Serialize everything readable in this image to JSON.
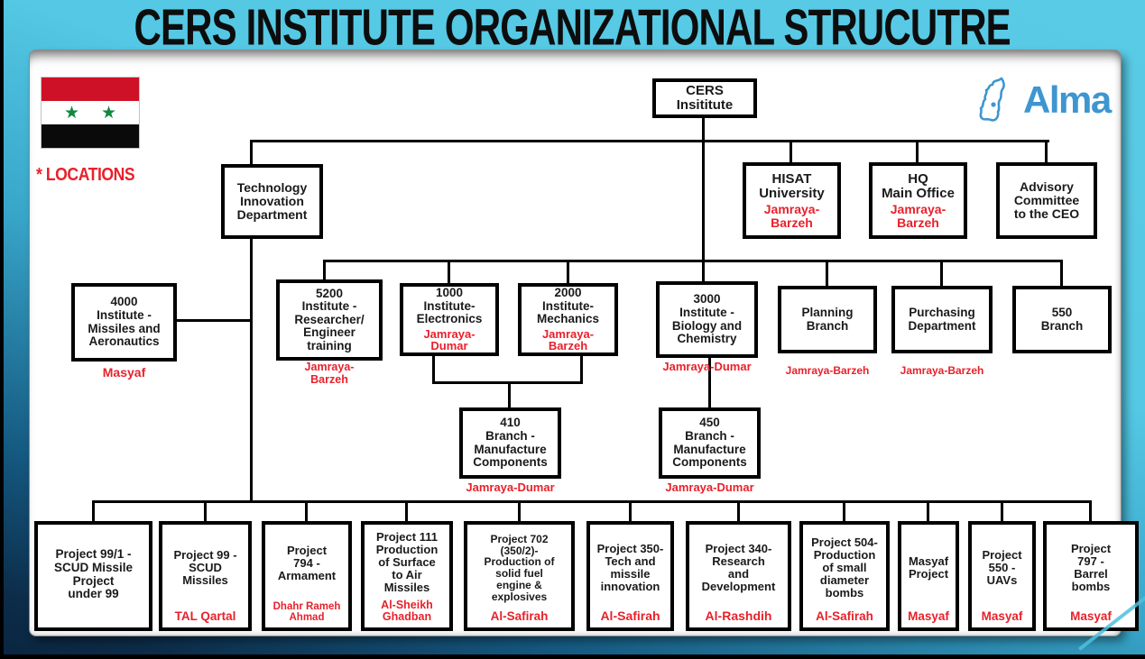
{
  "title": "CERS INSTITUTE ORGANIZATIONAL STRUCUTRE",
  "legend": {
    "locations_label": "* LOCATIONS",
    "flag": "syria-flag"
  },
  "logo": {
    "text": "Alma"
  },
  "colors": {
    "background_cyan": "#54c8e4",
    "background_navy": "#0c2c49",
    "location_red": "#e8212b",
    "alma_blue": "#3d96d0",
    "flag_red": "#ce1126",
    "flag_green": "#13883f",
    "box_border": "#000000"
  },
  "nodes": {
    "cers": {
      "title": "CERS\nInsititute"
    },
    "tech": {
      "title": "Technology\nInnovation\nDepartment"
    },
    "hisat": {
      "title": "HISAT\nUniversity",
      "location": "Jamraya-\nBarzeh"
    },
    "hq": {
      "title": "HQ\nMain Office",
      "location": "Jamraya-\nBarzeh"
    },
    "advisory": {
      "title": "Advisory\nCommittee\nto the CEO"
    },
    "i4000": {
      "title": "4000\nInstitute -\nMissiles and\nAeronautics",
      "location": "Masyaf"
    },
    "i5200": {
      "title": "5200\nInstitute -\nResearcher/\nEngineer\ntraining",
      "location": "Jamraya-\nBarzeh"
    },
    "i1000": {
      "title": "1000\nInstitute-\nElectronics",
      "location": "Jamraya-\nDumar"
    },
    "i2000": {
      "title": "2000\nInstitute-\nMechanics",
      "location": "Jamraya-\nBarzeh"
    },
    "i3000": {
      "title": "3000\nInstitute -\nBiology and\nChemistry",
      "location": "Jamraya-Dumar"
    },
    "planning": {
      "title": "Planning\nBranch",
      "location": "Jamraya-Barzeh"
    },
    "purchasing": {
      "title": "Purchasing\nDepartment",
      "location": "Jamraya-Barzeh"
    },
    "b550": {
      "title": "550\nBranch"
    },
    "b410": {
      "title": "410\nBranch -\nManufacture\nComponents",
      "location": "Jamraya-Dumar"
    },
    "b450": {
      "title": "450\nBranch -\nManufacture\nComponents",
      "location": "Jamraya-Dumar"
    },
    "p99_1": {
      "title": "Project 99/1 -\nSCUD Missile\nProject\nunder 99"
    },
    "p99": {
      "title": "Project 99 -\nSCUD\nMissiles",
      "location": "TAL Qartal"
    },
    "p794": {
      "title": "Project\n794 -\nArmament",
      "location": "Dhahr Rameh\nAhmad"
    },
    "p111": {
      "title": "Project 111\nProduction\nof Surface\nto Air\nMissiles",
      "location": "Al-Sheikh\nGhadban"
    },
    "p702": {
      "title": "Project 702\n(350/2)-\nProduction of\nsolid fuel\nengine &\nexplosives",
      "location": "Al-Safirah"
    },
    "p350": {
      "title": "Project 350-\nTech and\nmissile\ninnovation",
      "location": "Al-Safirah"
    },
    "p340": {
      "title": "Project 340-\nResearch\nand\nDevelopment",
      "location": "Al-Rashdih"
    },
    "p504": {
      "title": "Project 504-\nProduction\nof small\ndiameter\nbombs",
      "location": "Al-Safirah"
    },
    "masyafp": {
      "title": "Masyaf\nProject",
      "location": "Masyaf"
    },
    "p550": {
      "title": "Project\n550 -\nUAVs",
      "location": "Masyaf"
    },
    "p797": {
      "title": "Project\n797 -\nBarrel\nbombs",
      "location": "Masyaf"
    }
  }
}
